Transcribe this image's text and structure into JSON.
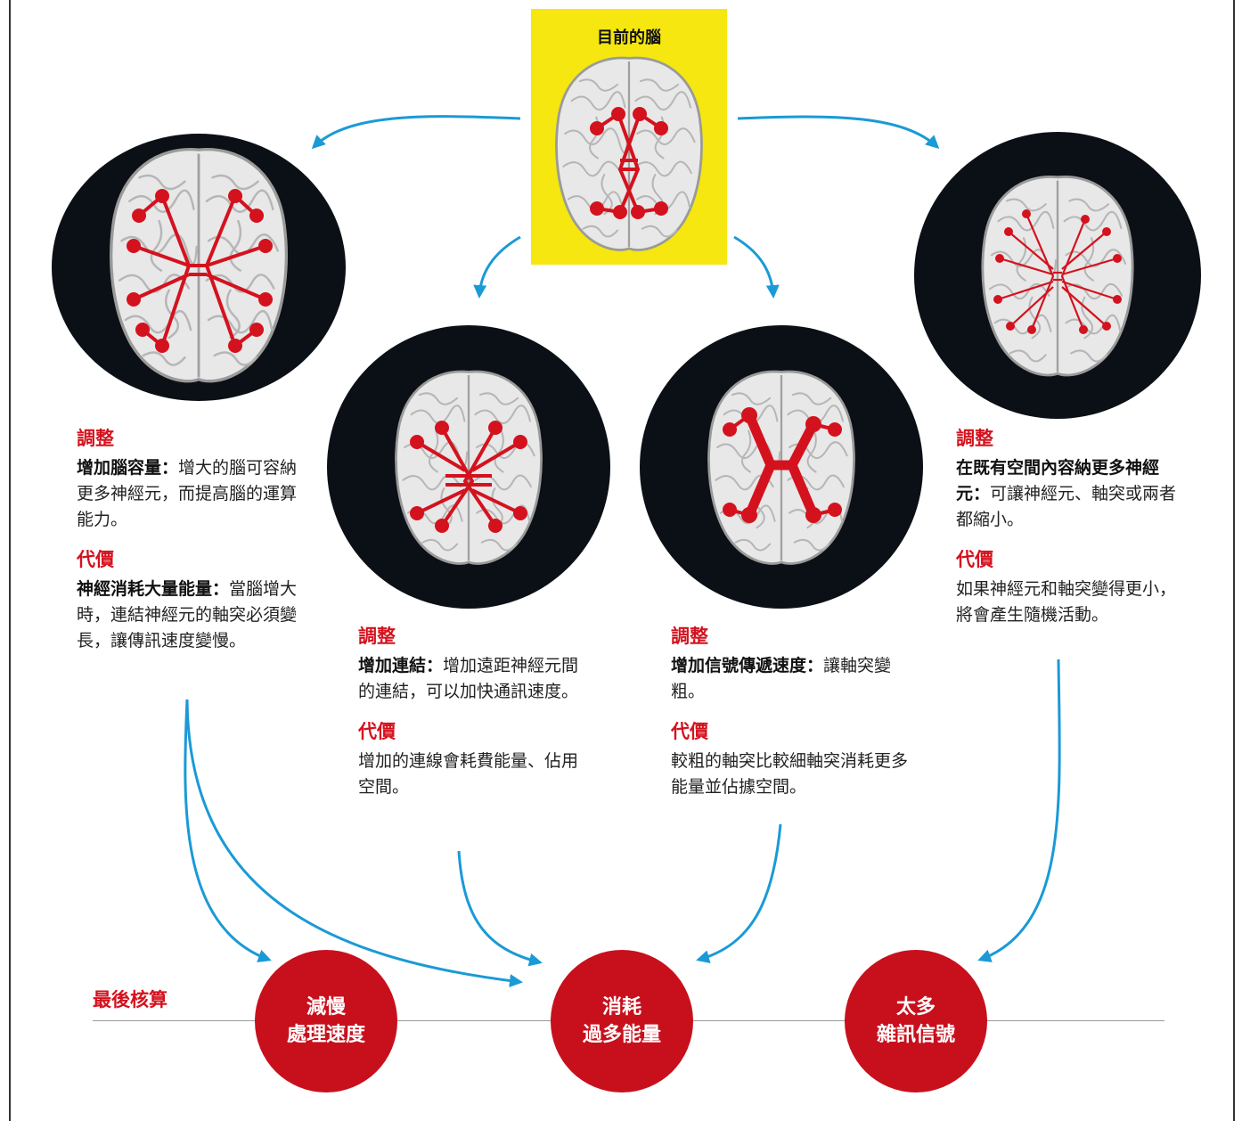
{
  "colors": {
    "accent_red": "#d4121e",
    "disc": "#0b1016",
    "highlight_yellow": "#f5e70f",
    "arrow_blue": "#1a9ad6"
  },
  "top": {
    "title": "目前的腦"
  },
  "panels": {
    "left": {
      "heading1": "調整",
      "lead1": "增加腦容量：",
      "body1": "增大的腦可容納更多神經元，而提高腦的運算能力。",
      "heading2": "代價",
      "lead2": "神經消耗大量能量：",
      "body2": "當腦增大時，連結神經元的軸突必須變長，讓傳訊速度變慢。"
    },
    "center_left": {
      "heading1": "調整",
      "lead1": "增加連結：",
      "body1": "增加遠距神經元間的連結，可以加快通訊速度。",
      "heading2": "代價",
      "body2": "增加的連線會耗費能量、佔用空間。"
    },
    "center_right": {
      "heading1": "調整",
      "lead1": "增加信號傳遞速度：",
      "body1": "讓軸突變粗。",
      "heading2": "代價",
      "body2": "較粗的軸突比較細軸突消耗更多能量並佔據空間。"
    },
    "right": {
      "heading1": "調整",
      "lead1": "在既有空間內容納更多神經元：",
      "body1": "可讓神經元、軸突或兩者都縮小。",
      "heading2": "代價",
      "body2": "如果神經元和軸突變得更小，將會產生隨機活動。"
    }
  },
  "bottom": {
    "label": "最後核算",
    "results": [
      {
        "line1": "減慢",
        "line2": "處理速度"
      },
      {
        "line1": "消耗",
        "line2": "過多能量"
      },
      {
        "line1": "太多",
        "line2": "雜訊信號"
      }
    ]
  }
}
